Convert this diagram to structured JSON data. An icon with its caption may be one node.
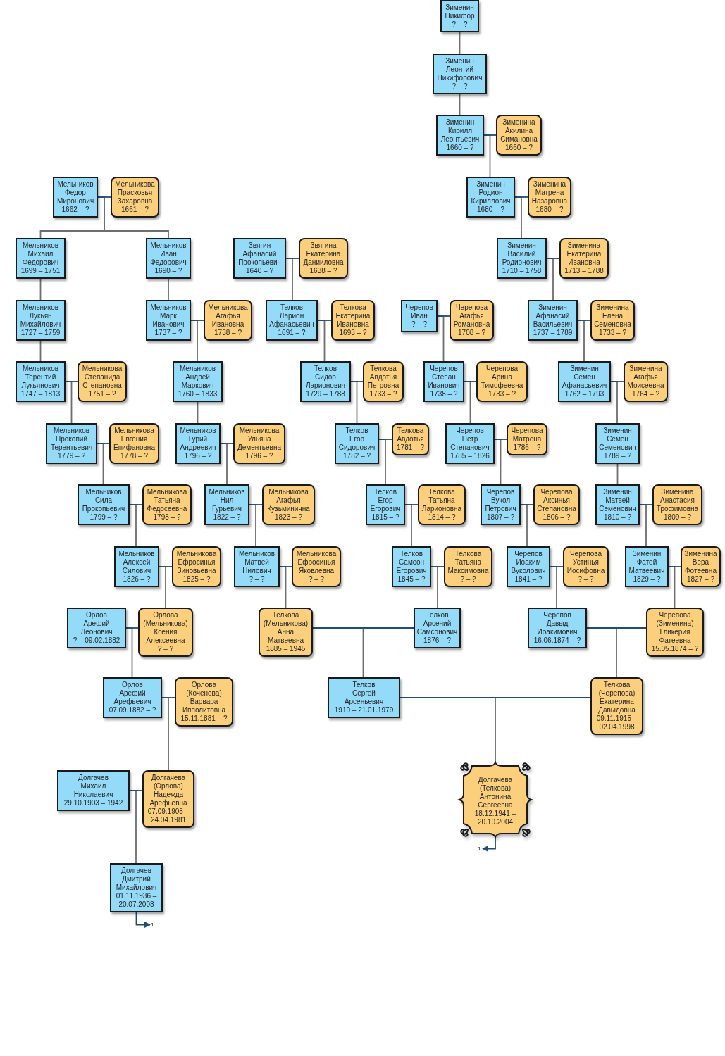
{
  "diagram": {
    "nodes": [
      {
        "text": [
          "Зименин Никифор",
          "? – ?"
        ]
      },
      {
        "text": [
          "Зименин Леонтий Никифорович",
          "? – ?"
        ]
      },
      {
        "text": [
          "Зименин Кирилл Леонтьевич",
          "1660 – ?"
        ]
      },
      {
        "text": [
          "Зименина Акилина Симановна",
          "1660 – ?"
        ]
      },
      {
        "text": [
          "Мельников Федор Миронович",
          "1662 – ?"
        ]
      },
      {
        "text": [
          "Мельникова Прасковья Захаровна",
          "1661 – ?"
        ]
      },
      {
        "text": [
          "Зименин Родион Кириллович",
          "1680 – ?"
        ]
      },
      {
        "text": [
          "Зименина Матрена Назаровна",
          "1680 – ?"
        ]
      },
      {
        "text": [
          "Мельников Михаил Федорович",
          "1699 – 1751"
        ]
      },
      {
        "text": [
          "Мельников Иван Федорович",
          "1690 – ?"
        ]
      },
      {
        "text": [
          "Звягин Афанасий Прокопьевич",
          "1640 – ?"
        ]
      },
      {
        "text": [
          "Звягина Екатерина Данииловна",
          "1638 – ?"
        ]
      },
      {
        "text": [
          "Зименин Василий Родионович",
          "1710 – 1758"
        ]
      },
      {
        "text": [
          "Зименина Екатерина Ивановна",
          "1713 – 1788"
        ]
      },
      {
        "text": [
          "Мельников Лукьян Михайлович",
          "1727 – 1759"
        ]
      },
      {
        "text": [
          "Мельников Марк Иванович",
          "1737 – ?"
        ]
      },
      {
        "text": [
          "Мельникова Агафья Ивановна",
          "1738 – ?"
        ]
      },
      {
        "text": [
          "Телков Ларион Афанасьевич",
          "1691 – ?"
        ]
      },
      {
        "text": [
          "Телкова Екатерина Ивановна",
          "1693 – ?"
        ]
      },
      {
        "text": [
          "Черепов Иван",
          "? – ?"
        ]
      },
      {
        "text": [
          "Черепова Агафья Романовна",
          "1708 – ?"
        ]
      },
      {
        "text": [
          "Зименин Афанасий Васильевич",
          "1737 – 1789"
        ]
      },
      {
        "text": [
          "Зименина Елена Семеновна",
          "1733 – ?"
        ]
      },
      {
        "text": [
          "Мельников Терентий Лукьянович",
          "1747 – 1813"
        ]
      },
      {
        "text": [
          "Мельникова Степанида Степановна",
          "1751 – ?"
        ]
      },
      {
        "text": [
          "Мельников Андрей Маркович",
          "1760 – 1833"
        ]
      },
      {
        "text": [
          "Телков Сидор Ларионович",
          "1729 – 1788"
        ]
      },
      {
        "text": [
          "Телкова Авдотья Петровна",
          "1733 – ?"
        ]
      },
      {
        "text": [
          "Черепов Степан Иванович",
          "1738 – ?"
        ]
      },
      {
        "text": [
          "Черепова Арина Тимофеевна",
          "1733 – ?"
        ]
      },
      {
        "text": [
          "Зименин Семен Афанасьевич",
          "1762 – 1793"
        ]
      },
      {
        "text": [
          "Зименина Агафья Моисеевна",
          "1764 – ?"
        ]
      },
      {
        "text": [
          "Мельников Прокопий Терентьевич",
          "1779 – ?"
        ]
      },
      {
        "text": [
          "Мельникова Евгения Епифановна",
          "1778 – ?"
        ]
      },
      {
        "text": [
          "Мельников Гурий Андреевич",
          "1796 – ?"
        ]
      },
      {
        "text": [
          "Мельникова Ульяна Дементьевна",
          "1796 – ?"
        ]
      },
      {
        "text": [
          "Телков Егор Сидорович",
          "1782 – ?"
        ]
      },
      {
        "text": [
          "Телкова Авдотья",
          "1781 – ?"
        ]
      },
      {
        "text": [
          "Черепов Петр Степанович",
          "1785 – 1826"
        ]
      },
      {
        "text": [
          "Черепова Матрена",
          "1786 – ?"
        ]
      },
      {
        "text": [
          "Зименин Семен Семенович",
          "1789 – ?"
        ]
      },
      {
        "text": [
          "Мельников Сила Прокопьевич",
          "1799 – ?"
        ]
      },
      {
        "text": [
          "Мельникова Татьяна Федосеевна",
          "1798 – ?"
        ]
      },
      {
        "text": [
          "Мельников Нил Гурьевич",
          "1822 – ?"
        ]
      },
      {
        "text": [
          "Мельникова Агафья Кузьминична",
          "1823 – ?"
        ]
      },
      {
        "text": [
          "Телков Егор Егорович",
          "1815 – ?"
        ]
      },
      {
        "text": [
          "Телкова Татьяна Ларионовна",
          "1814 – ?"
        ]
      },
      {
        "text": [
          "Черепов Вукол Петрович",
          "1807 – ?"
        ]
      },
      {
        "text": [
          "Черепова Аксинья Степановна",
          "1806 – ?"
        ]
      },
      {
        "text": [
          "Зименин Матвей Семенович",
          "1810 – ?"
        ]
      },
      {
        "text": [
          "Зименина Анастасия Трофимовна",
          "1809 – ?"
        ]
      },
      {
        "text": [
          "Мельников Алексей Силович",
          "1826 – ?"
        ]
      },
      {
        "text": [
          "Мельникова Ефросинья Зиновьевна",
          "1825 – ?"
        ]
      },
      {
        "text": [
          "Мельников Матвей Нилович",
          "? – ?"
        ]
      },
      {
        "text": [
          "Мельникова Ефросинья Яковлевна",
          "? – ?"
        ]
      },
      {
        "text": [
          "Телков Самсон Егорович",
          "1845 – ?"
        ]
      },
      {
        "text": [
          "Телкова Татьяна Максимовна",
          "? – ?"
        ]
      },
      {
        "text": [
          "Черепов Иоаким Вуколович",
          "1841 – ?"
        ]
      },
      {
        "text": [
          "Черепова Устинья Иосифовна",
          "? – ?"
        ]
      },
      {
        "text": [
          "Зименин Фатей Матвеевич",
          "1829 – ?"
        ]
      },
      {
        "text": [
          "Зименина Вера Фотеевна",
          "1827 – ?"
        ]
      },
      {
        "text": [
          "Орлов Арефий Леонович",
          "? – 09.02.1882"
        ]
      },
      {
        "text": [
          "Орлова (Мельникова) Ксения Алексеевна",
          "? – ?"
        ]
      },
      {
        "text": [
          "Телкова (Мельникова) Анна Матвеевна",
          "1885 – 1945"
        ]
      },
      {
        "text": [
          "Телков Арсений Самсонович",
          "1876 – ?"
        ]
      },
      {
        "text": [
          "Черепов Давыд Иоакимович",
          "16.06.1874 – ?"
        ]
      },
      {
        "text": [
          "Черепова (Зименина) Гликерия Фатеевна",
          "15.05.1874 – ?"
        ]
      },
      {
        "text": [
          "Орлов Арефий Арефьевич",
          "07.09.1882 – ?"
        ]
      },
      {
        "text": [
          "Орлова (Коченова) Варвара Ипполитовна",
          "15.11.1881 – ?"
        ]
      },
      {
        "text": [
          "Телков Сергей Арсеньевич",
          "1910 – 21.01.1979"
        ]
      },
      {
        "text": [
          "Телкова (Черепова) Екатерина Давыдовна",
          "09.11.1915 – 02.04.1998"
        ]
      },
      {
        "text": [
          "Долгачев Михаил Николаевич",
          "29.10.1903 – 1942"
        ]
      },
      {
        "text": [
          "Долгачева (Орлова) Надежда Арефьевна",
          "07.09.1905 – 24.04.1981"
        ]
      },
      {
        "text": [
          "Долгачева (Телкова) Антонина Сергеевна",
          "18.12.1941 – 20.10.2004"
        ]
      },
      {
        "text": [
          "Долгачев Дмитрий Михайлович",
          "01.11.1936 – 20.07.2008"
        ]
      },
      {
        "text": [
          "1"
        ]
      },
      {
        "text": [
          "1"
        ]
      }
    ],
    "edges": [
      {
        "from": 0,
        "to": 1,
        "arrow": "none"
      },
      {
        "from": 1,
        "to": 2,
        "arrow": "none"
      },
      {
        "from": 2,
        "to": 3,
        "arrow": "none",
        "color": "#1f4e79"
      },
      {
        "from": 2,
        "to": 6,
        "arrow": "none"
      },
      {
        "from": 4,
        "to": 5,
        "arrow": "none",
        "color": "#1f4e79"
      },
      {
        "from": 4,
        "to": 8,
        "arrow": "none"
      },
      {
        "from": 4,
        "to": 9,
        "arrow": "none"
      },
      {
        "from": 6,
        "to": 7,
        "arrow": "none",
        "color": "#1f4e79"
      },
      {
        "from": 6,
        "to": 12,
        "arrow": "none"
      },
      {
        "from": 8,
        "to": 14,
        "arrow": "none"
      },
      {
        "from": 9,
        "to": 15,
        "arrow": "none"
      },
      {
        "from": 10,
        "to": 11,
        "arrow": "none",
        "color": "#1f4e79"
      },
      {
        "from": 10,
        "to": 17,
        "arrow": "none"
      },
      {
        "from": 12,
        "to": 13,
        "arrow": "none",
        "color": "#1f4e79"
      },
      {
        "from": 12,
        "to": 21,
        "arrow": "none"
      },
      {
        "from": 14,
        "to": 23,
        "arrow": "none"
      },
      {
        "from": 15,
        "to": 16,
        "arrow": "none",
        "color": "#1f4e79"
      },
      {
        "from": 15,
        "to": 25,
        "arrow": "none"
      },
      {
        "from": 17,
        "to": 18,
        "arrow": "none",
        "color": "#1f4e79"
      },
      {
        "from": 17,
        "to": 26,
        "arrow": "none"
      },
      {
        "from": 19,
        "to": 20,
        "arrow": "none",
        "color": "#1f4e79"
      },
      {
        "from": 19,
        "to": 28,
        "arrow": "none"
      },
      {
        "from": 21,
        "to": 22,
        "arrow": "none",
        "color": "#1f4e79"
      },
      {
        "from": 21,
        "to": 30,
        "arrow": "none"
      },
      {
        "from": 23,
        "to": 24,
        "arrow": "none",
        "color": "#1f4e79"
      },
      {
        "from": 23,
        "to": 32,
        "arrow": "none"
      },
      {
        "from": 25,
        "to": 34,
        "arrow": "none"
      },
      {
        "from": 26,
        "to": 27,
        "arrow": "none",
        "color": "#1f4e79"
      },
      {
        "from": 26,
        "to": 36,
        "arrow": "none"
      },
      {
        "from": 28,
        "to": 29,
        "arrow": "none",
        "color": "#1f4e79"
      },
      {
        "from": 28,
        "to": 38,
        "arrow": "none"
      },
      {
        "from": 30,
        "to": 31,
        "arrow": "none",
        "color": "#1f4e79"
      },
      {
        "from": 30,
        "to": 40,
        "arrow": "none"
      },
      {
        "from": 32,
        "to": 33,
        "arrow": "none",
        "color": "#1f4e79"
      },
      {
        "from": 32,
        "to": 41,
        "arrow": "none"
      },
      {
        "from": 34,
        "to": 35,
        "arrow": "none",
        "color": "#1f4e79"
      },
      {
        "from": 34,
        "to": 43,
        "arrow": "none"
      },
      {
        "from": 36,
        "to": 37,
        "arrow": "none",
        "color": "#1f4e79"
      },
      {
        "from": 36,
        "to": 45,
        "arrow": "none"
      },
      {
        "from": 38,
        "to": 39,
        "arrow": "none",
        "color": "#1f4e79"
      },
      {
        "from": 38,
        "to": 47,
        "arrow": "none"
      },
      {
        "from": 40,
        "to": 49,
        "arrow": "none"
      },
      {
        "from": 41,
        "to": 42,
        "arrow": "none",
        "color": "#1f4e79"
      },
      {
        "from": 41,
        "to": 51,
        "arrow": "none"
      },
      {
        "from": 43,
        "to": 44,
        "arrow": "none",
        "color": "#1f4e79"
      },
      {
        "from": 43,
        "to": 53,
        "arrow": "none"
      },
      {
        "from": 45,
        "to": 46,
        "arrow": "none",
        "color": "#1f4e79"
      },
      {
        "from": 45,
        "to": 55,
        "arrow": "none"
      },
      {
        "from": 47,
        "to": 48,
        "arrow": "none",
        "color": "#1f4e79"
      },
      {
        "from": 47,
        "to": 57,
        "arrow": "none"
      },
      {
        "from": 49,
        "to": 50,
        "arrow": "none",
        "color": "#1f4e79"
      },
      {
        "from": 49,
        "to": 59,
        "arrow": "none"
      },
      {
        "from": 51,
        "to": 52,
        "arrow": "none",
        "color": "#1f4e79"
      },
      {
        "from": 51,
        "to": 62,
        "arrow": "none"
      },
      {
        "from": 53,
        "to": 54,
        "arrow": "none",
        "color": "#1f4e79"
      },
      {
        "from": 53,
        "to": 63,
        "arrow": "none"
      },
      {
        "from": 55,
        "to": 56,
        "arrow": "none",
        "color": "#1f4e79"
      },
      {
        "from": 55,
        "to": 64,
        "arrow": "none"
      },
      {
        "from": 57,
        "to": 58,
        "arrow": "none",
        "color": "#1f4e79"
      },
      {
        "from": 57,
        "to": 65,
        "arrow": "none"
      },
      {
        "from": 59,
        "to": 60,
        "arrow": "none",
        "color": "#1f4e79"
      },
      {
        "from": 59,
        "to": 66,
        "arrow": "none"
      },
      {
        "from": 61,
        "to": 62,
        "arrow": "none",
        "color": "#1f4e79"
      },
      {
        "from": 61,
        "to": 67,
        "arrow": "none"
      },
      {
        "from": 63,
        "to": 64,
        "arrow": "none",
        "color": "#1f4e79"
      },
      {
        "from": 63,
        "to": 69,
        "arrow": "none"
      },
      {
        "from": 65,
        "to": 66,
        "arrow": "none",
        "color": "#1f4e79"
      },
      {
        "from": 65,
        "to": 70,
        "arrow": "none"
      },
      {
        "from": 67,
        "to": 68,
        "arrow": "none",
        "color": "#1f4e79"
      },
      {
        "from": 67,
        "to": 72,
        "arrow": "none"
      },
      {
        "from": 69,
        "to": 70,
        "arrow": "none",
        "color": "#1f4e79"
      },
      {
        "from": 69,
        "to": 73,
        "arrow": "none"
      },
      {
        "from": 71,
        "to": 72,
        "arrow": "none",
        "color": "#1f4e79"
      },
      {
        "from": 71,
        "to": 74,
        "arrow": "none"
      },
      {
        "from": 74,
        "to": 76,
        "arrow": "to",
        "color": "#1f4e79"
      },
      {
        "from": 73,
        "to": 75,
        "arrow": "to",
        "color": "#1f4e79"
      }
    ]
  }
}
